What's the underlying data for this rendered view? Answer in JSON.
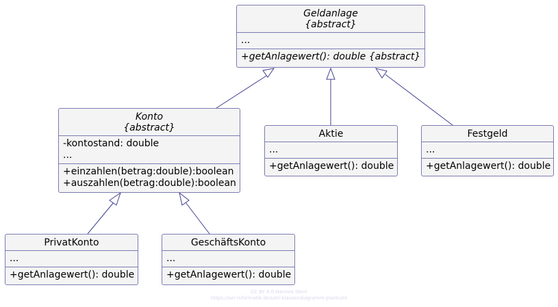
{
  "classes": {
    "geldanlage": {
      "name": "Geldanlage",
      "stereotype": "{abstract}",
      "attributes": [
        "..."
      ],
      "methods": [
        "+getAnlagewert(): double {abstract}"
      ]
    },
    "konto": {
      "name": "Konto",
      "stereotype": "{abstract}",
      "attributes": [
        "-kontostand: double",
        "..."
      ],
      "methods": [
        "+einzahlen(betrag:double):boolean",
        "+auszahlen(betrag:double):boolean"
      ]
    },
    "aktie": {
      "name": "Aktie",
      "attributes": [
        "..."
      ],
      "methods": [
        "+getAnlagewert(): double"
      ]
    },
    "festgeld": {
      "name": "Festgeld",
      "attributes": [
        "..."
      ],
      "methods": [
        "+getAnlagewert(): double"
      ]
    },
    "privatkonto": {
      "name": "PrivatKonto",
      "attributes": [
        "..."
      ],
      "methods": [
        "+getAnlagewert(): double"
      ]
    },
    "geschaeftskonto": {
      "name": "GeschäftsKonto",
      "attributes": [
        "..."
      ],
      "methods": [
        "+getAnlagewert(): double"
      ]
    }
  },
  "footer": {
    "license": "CC BY 4.0 Hannes Stein",
    "url": "https://oer-informatik.de/uml-klassendiagramm-plantuml"
  },
  "colors": {
    "border": "#7b7bb3",
    "fill": "#f4f4f4",
    "edge": "#3f3f8f"
  }
}
